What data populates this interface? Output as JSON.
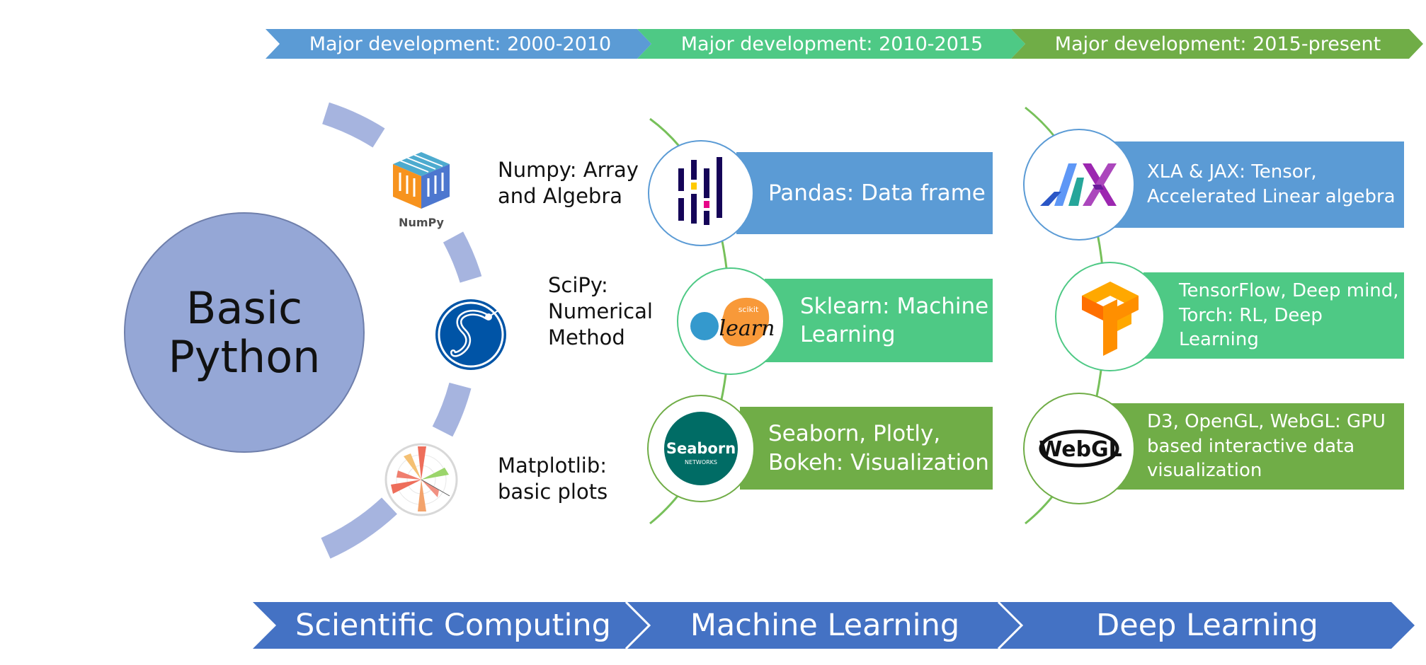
{
  "timeline": [
    {
      "label": "Major development: 2000-2010",
      "color": "#5b9bd5"
    },
    {
      "label": "Major development: 2010-2015",
      "color": "#4ec985"
    },
    {
      "label": "Major development: 2015-present",
      "color": "#70ad47"
    }
  ],
  "center": {
    "label": "Basic Python",
    "color": "#95a7d6"
  },
  "scientific": [
    {
      "label": "Numpy: Array\nand Algebra",
      "logo": "numpy-logo",
      "logo_text": "NumPy"
    },
    {
      "label": "SciPy:\nNumerical\nMethod",
      "logo": "scipy-logo"
    },
    {
      "label": "Matplotlib:\nbasic plots",
      "logo": "matplotlib-logo"
    }
  ],
  "ml": [
    {
      "label": "Pandas: Data frame",
      "color": "#5b9bd5",
      "logo": "pandas-logo"
    },
    {
      "label": "Sklearn: Machine\nLearning",
      "color": "#4ec985",
      "logo": "sklearn-logo",
      "logo_text": "learn",
      "logo_small": "scikit"
    },
    {
      "label": "Seaborn, Plotly,\nBokeh: Visualization",
      "color": "#70ad47",
      "logo": "seaborn-logo",
      "logo_text": "Seaborn",
      "logo_small": "NETWORKS"
    }
  ],
  "dl": [
    {
      "label": "XLA & JAX: Tensor,\nAccelerated Linear algebra",
      "color": "#5b9bd5",
      "logo": "jax-logo"
    },
    {
      "label": "TensorFlow, Deep mind,\nTorch: RL, Deep\nLearning",
      "color": "#4ec985",
      "logo": "tensorflow-logo"
    },
    {
      "label": "D3, OpenGL, WebGL: GPU\nbased interactive data\nvisualization",
      "color": "#70ad47",
      "logo": "webgl-logo",
      "logo_text": "WebGL"
    }
  ],
  "bottom": [
    {
      "label": "Scientific Computing",
      "color": "#4472c4"
    },
    {
      "label": "Machine Learning",
      "color": "#4472c4"
    },
    {
      "label": "Deep Learning",
      "color": "#4472c4"
    }
  ]
}
